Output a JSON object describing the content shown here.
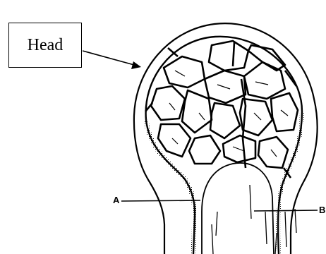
{
  "labels": {
    "head": "Head",
    "a": "A",
    "b": "B"
  },
  "colors": {
    "ink": "#000000",
    "background": "#ffffff"
  }
}
